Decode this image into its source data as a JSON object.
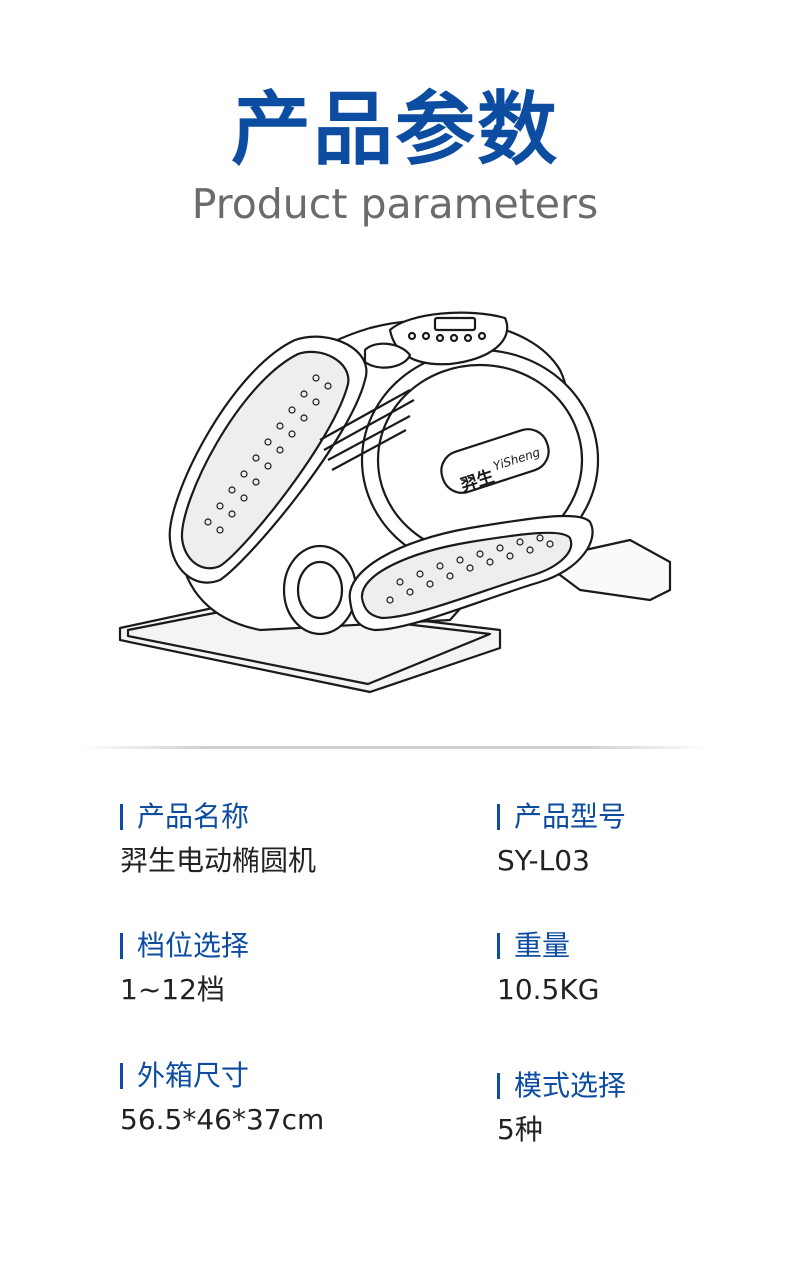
{
  "header": {
    "title_cn": "产品参数",
    "title_en": "Product parameters"
  },
  "product_image": {
    "brand_cn": "羿生",
    "brand_en": "YiSheng",
    "icon": "elliptical-machine-illustration"
  },
  "specs": {
    "name": {
      "label": "产品名称",
      "value": "羿生电动椭圆机"
    },
    "model": {
      "label": "产品型号",
      "value": "SY-L03"
    },
    "gears": {
      "label": "档位选择",
      "value": "1~12档"
    },
    "weight": {
      "label": "重量",
      "value": "10.5KG"
    },
    "box_size": {
      "label": "外箱尺寸",
      "value": "56.5*46*37cm"
    },
    "modes": {
      "label": "模式选择",
      "value": "5种"
    }
  },
  "colors": {
    "accent": "#0c4da2",
    "subtitle": "#6b6b6b",
    "text": "#222222"
  }
}
